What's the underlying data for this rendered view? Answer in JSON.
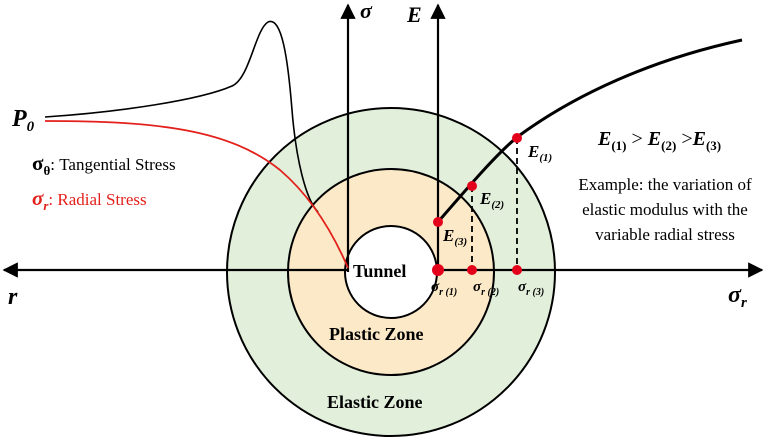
{
  "colors": {
    "elastic_zone": "#e2efdb",
    "plastic_zone": "#fbe9c8",
    "tunnel": "#ffffff",
    "radial_stress": "#e3201b",
    "ink": "#000000",
    "markers": "#e3001b"
  },
  "axes": {
    "sigma_axis": "σ",
    "e_axis": "E",
    "r_axis": "r",
    "sigma_r_axis_main": "σ",
    "sigma_r_axis_sub": "r"
  },
  "labels": {
    "p0_main": "P",
    "p0_sub": "0",
    "tangential_symbol_main": "σ",
    "tangential_symbol_sub": "θ",
    "tangential_text": ": Tangential Stress",
    "radial_symbol_main": "σ",
    "radial_symbol_sub": "r",
    "radial_text": ": Radial Stress",
    "tunnel": "Tunnel",
    "plastic_zone": "Plastic Zone",
    "elastic_zone": "Elastic Zone",
    "relation": {
      "e1_main": "E",
      "e1_sub": "(1)",
      "gt1": " > ",
      "e2_main": "E",
      "e2_sub": "(2)",
      "gt2": " >",
      "e3_main": "E",
      "e3_sub": "(3)"
    },
    "example_lines": [
      "Example: the variation of",
      "elastic modulus with the",
      "variable radial stress"
    ]
  },
  "points": [
    {
      "e_main": "E",
      "e_sub": "(1)",
      "s_main": "σ",
      "s_sub": "r (3)"
    },
    {
      "e_main": "E",
      "e_sub": "(2)",
      "s_main": "σ",
      "s_sub": "r (2)"
    },
    {
      "e_main": "E",
      "e_sub": "(3)",
      "s_main": "σ",
      "s_sub": "r (1)"
    }
  ]
}
